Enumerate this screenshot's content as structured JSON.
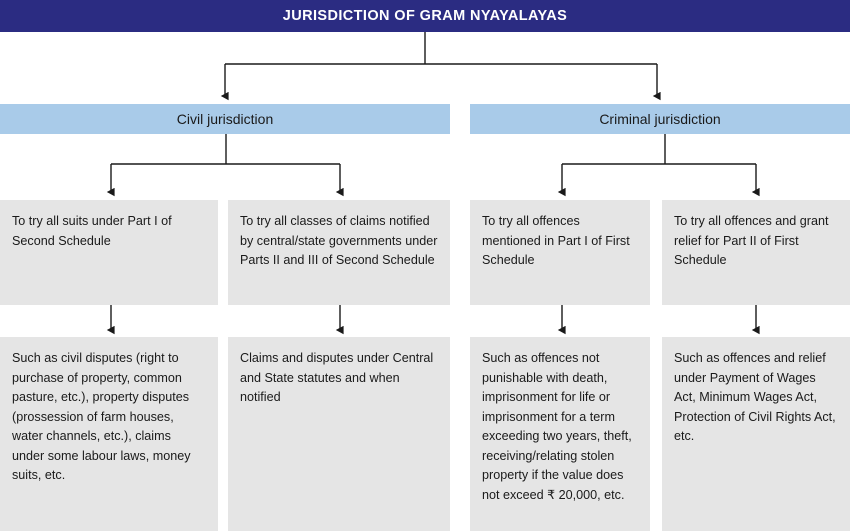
{
  "header": {
    "title": "JURISDICTION OF GRAM NYAYALAYAS",
    "bg_color": "#2b2c82",
    "text_color": "#ffffff"
  },
  "colors": {
    "header_navy": "#2b2c82",
    "category_blue": "#a9cbe9",
    "box_gray": "#e5e5e5",
    "connector_black": "#1a1a1a",
    "text_dark": "#1a1a1a"
  },
  "categories": [
    {
      "id": "civil",
      "label": "Civil jurisdiction"
    },
    {
      "id": "criminal",
      "label": "Criminal jurisdiction"
    }
  ],
  "branches": [
    {
      "parent": "civil",
      "scope": "To try all suits under Part I of Second Schedule",
      "examples": "Such as civil disputes (right to purchase of property, common pasture, etc.), property disputes (prossession of farm houses, water channels, etc.), claims under some labour laws, money suits, etc."
    },
    {
      "parent": "civil",
      "scope": "To try all classes of claims notified by central/state governments under Parts II and III of Second Schedule",
      "examples": "Claims and disputes under Central and State statutes and when notified"
    },
    {
      "parent": "criminal",
      "scope": "To try all offences mentioned in Part I of First Schedule",
      "examples": "Such as offences not punishable with death, imprisonment for life or imprisonment for a term exceeding two years, theft, receiving/relating stolen property if the value does not exceed ₹ 20,000, etc."
    },
    {
      "parent": "criminal",
      "scope": "To try all offences and grant relief for Part II of First Schedule",
      "examples": "Such as offences and relief under Payment of Wages Act, Minimum Wages Act, Protection of Civil Rights Act, etc."
    }
  ]
}
